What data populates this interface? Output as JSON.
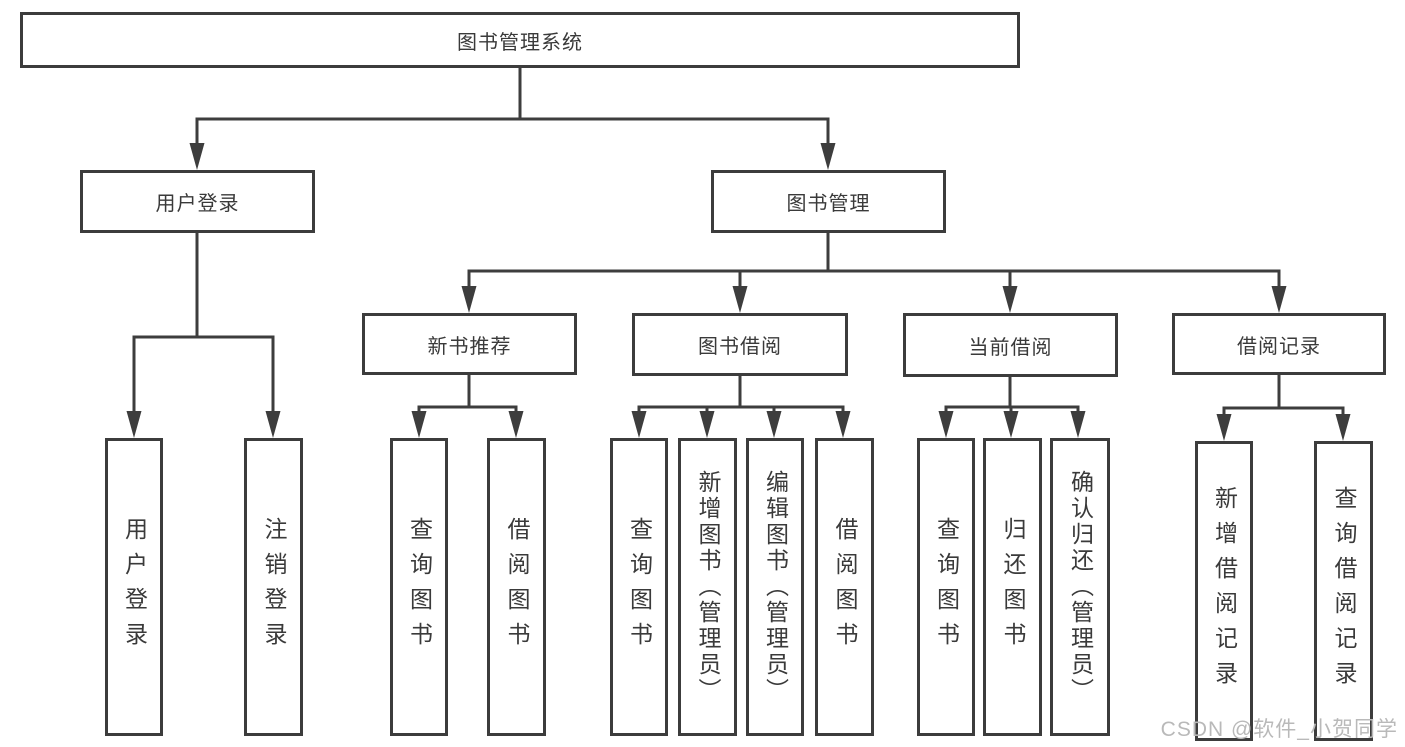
{
  "nodes": {
    "root": {
      "label": "图书管理系统"
    },
    "level2": [
      {
        "label": "用户登录"
      },
      {
        "label": "图书管理"
      }
    ],
    "level3": [
      {
        "label": "新书推荐"
      },
      {
        "label": "图书借阅"
      },
      {
        "label": "当前借阅"
      },
      {
        "label": "借阅记录"
      }
    ],
    "leaves": [
      {
        "label": "用户登录"
      },
      {
        "label": "注销登录"
      },
      {
        "label": "查询图书"
      },
      {
        "label": "借阅图书"
      },
      {
        "label": "查询图书"
      },
      {
        "label": "新增图书（管理员）"
      },
      {
        "label": "编辑图书（管理员）"
      },
      {
        "label": "借阅图书"
      },
      {
        "label": "查询图书"
      },
      {
        "label": "归还图书"
      },
      {
        "label": "确认归还（管理员）"
      },
      {
        "label": "新增借阅记录"
      },
      {
        "label": "查询借阅记录"
      }
    ]
  },
  "watermark": "CSDN @软件_小贺同学",
  "colors": {
    "line": "#3d3d3d",
    "border": "#3c3c3c",
    "text": "#3a3a3a",
    "background": "#ffffff",
    "watermark": "#b9b9b9"
  }
}
